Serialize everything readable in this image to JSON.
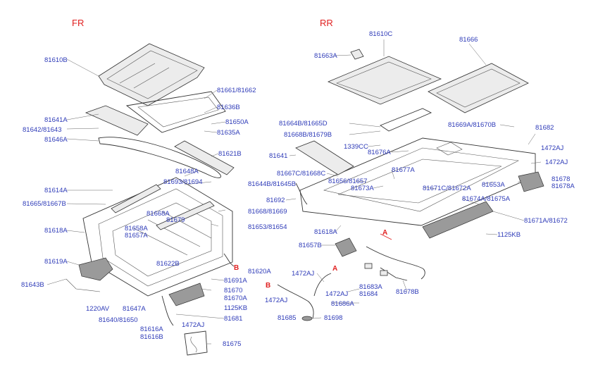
{
  "headers": {
    "fr": "FR",
    "rr": "RR"
  },
  "marks": [
    "A",
    "B",
    "A",
    "B"
  ],
  "labels": [
    "81610B",
    "81661/81662",
    "81636B",
    "81650A",
    "81641A",
    "81635A",
    "81642/81643",
    "81646A",
    "81621B",
    "81648A",
    "81693/81694",
    "81644B/81645B",
    "81614A",
    "81665/81667B",
    "81668A",
    "81679",
    "81668/81669",
    "81618A",
    "81658A",
    "81657A",
    "81653/81654",
    "81622B",
    "81619A",
    "81620A",
    "81691A",
    "81643B",
    "81670",
    "81670A",
    "1125KB",
    "1220AV",
    "81647A",
    "81640/81650",
    "81681",
    "1472AJ",
    "81616A",
    "81616B",
    "81675",
    "81663A",
    "81610C",
    "81666",
    "81664B/81665D",
    "81668B/81679B",
    "81669A/81670B",
    "81682",
    "1339CC",
    "1472AJ",
    "81676A",
    "1472AJ",
    "81641",
    "81677A",
    "81667C/81668C",
    "81656/81657",
    "81673A",
    "81653A",
    "81678",
    "81678A",
    "81692",
    "81671C/81672A",
    "81674A/81675A",
    "81671A/81672",
    "81618A",
    "1125KB",
    "81657B",
    "1472AJ",
    "81683A",
    "1472AJ",
    "81684",
    "81678B",
    "1472AJ",
    "81686A",
    "81685",
    "81698"
  ],
  "colors": {
    "label": "#2e3bb8",
    "header": "#e02020",
    "line": "#333333"
  }
}
